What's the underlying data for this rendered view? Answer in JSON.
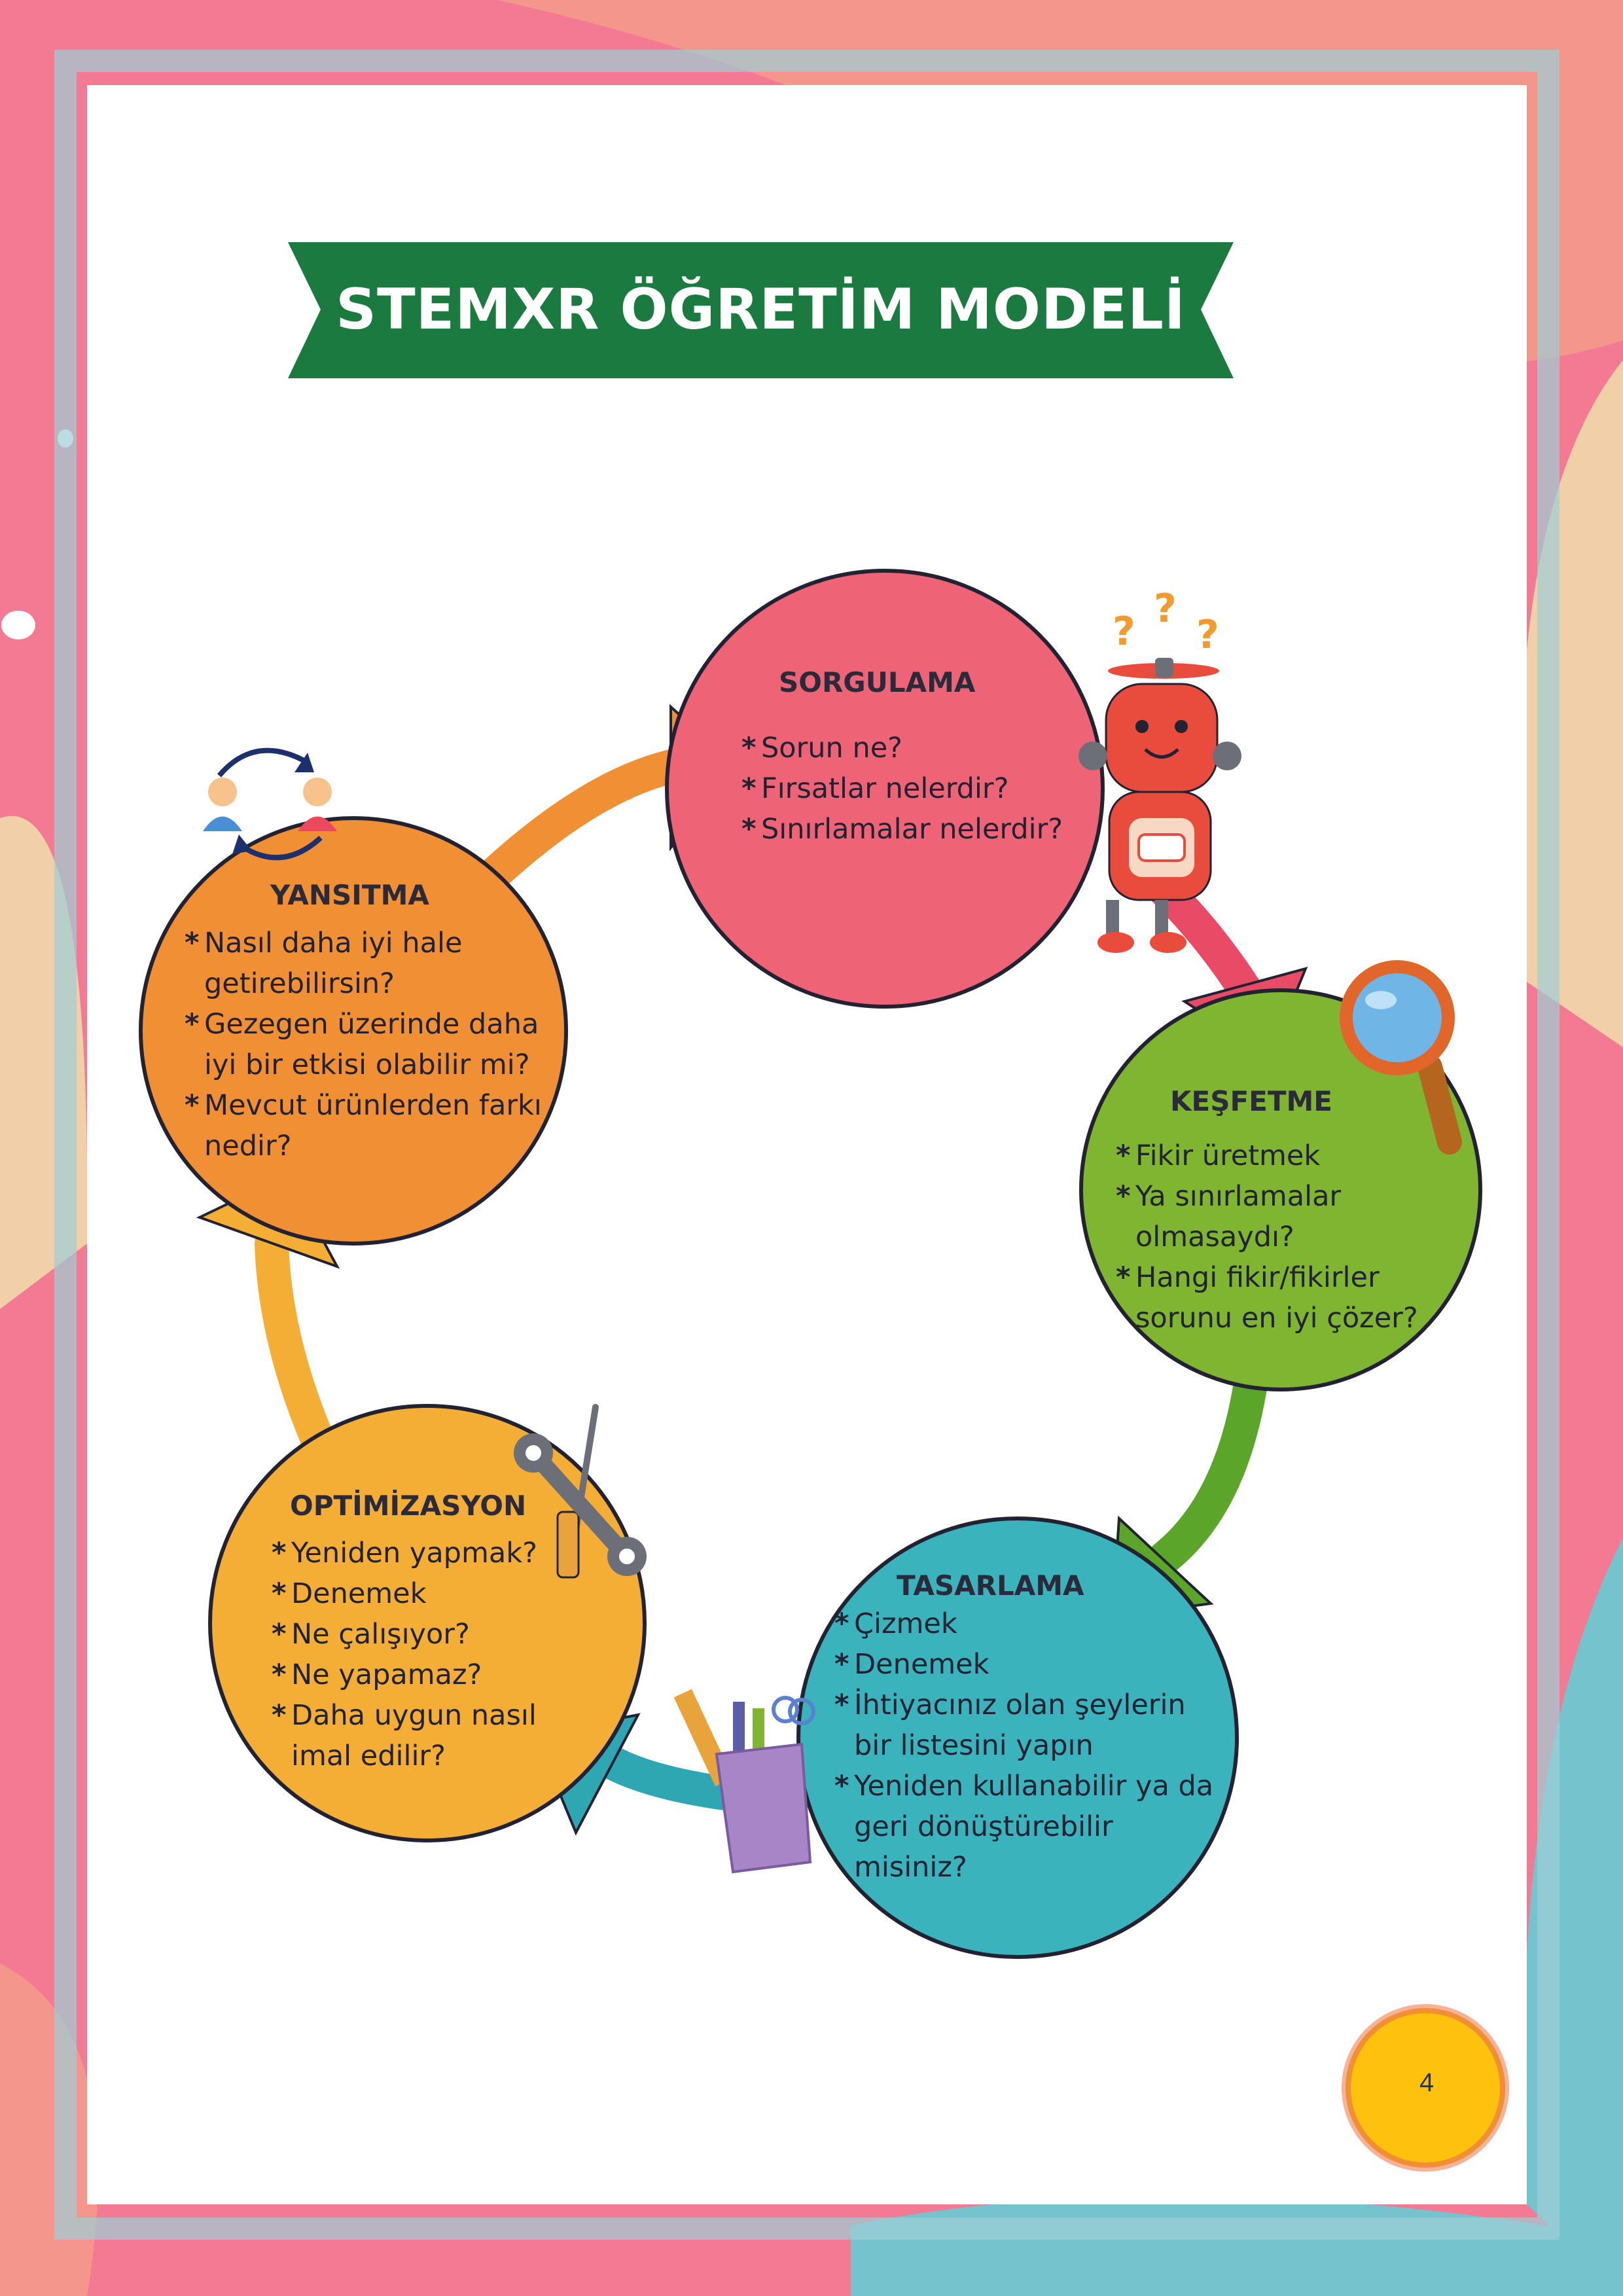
{
  "title": "STEMXR ÖĞRETİM MODELİ",
  "page_number": "4",
  "colors": {
    "banner": "#1b7a3f",
    "sorgulama": "#ee6376",
    "kesfetme": "#7fb530",
    "tasarlama": "#3ab3bc",
    "optimizasyon": "#f4ae36",
    "yansitma": "#f08f33",
    "page_badge": "#fec20e"
  },
  "stages": {
    "sorgulama": {
      "title": "SORGULAMA",
      "items": [
        "Sorun ne?",
        "Fırsatlar nelerdir?",
        "Sınırlamalar nelerdir?"
      ],
      "icon": "robot-icon"
    },
    "kesfetme": {
      "title": "KEŞFETME",
      "items": [
        "Fikir üretmek",
        "Ya sınırlamalar olmasaydı?",
        "Hangi fikir/fikirler sorunu en iyi çözer?"
      ],
      "icon": "magnifier-icon"
    },
    "tasarlama": {
      "title": "TASARLAMA",
      "items": [
        "Çizmek",
        "Denemek",
        "İhtiyacınız olan şeylerin bir listesini yapın",
        "Yeniden kullanabilir ya da geri dönüştürebilir misiniz?"
      ],
      "icon": "pencil-cup-icon"
    },
    "optimizasyon": {
      "title": "OPTİMİZASYON",
      "items": [
        "Yeniden yapmak?",
        "Denemek",
        "Ne çalışıyor?",
        "Ne yapamaz?",
        "Daha uygun nasıl imal edilir?"
      ],
      "icon": "tools-icon"
    },
    "yansitma": {
      "title": "YANSITMA",
      "items": [
        "Nasıl daha iyi hale getirebilirsin?",
        "Gezegen üzerinde daha iyi bir etkisi olabilir mi?",
        "Mevcut ürünlerden farkı nedir?"
      ],
      "icon": "exchange-people-icon"
    }
  }
}
